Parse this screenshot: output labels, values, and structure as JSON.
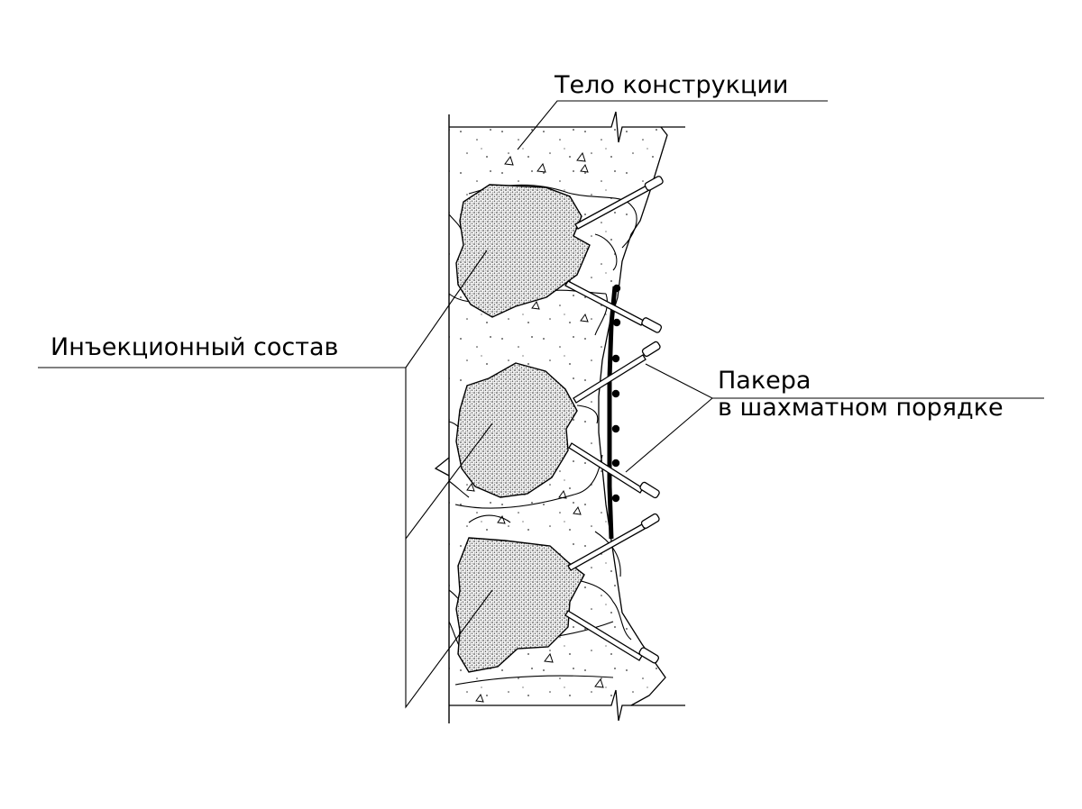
{
  "labels": {
    "structure_body": "Тело конструкции",
    "injection_compound": "Инъекционный состав",
    "packers_line1": "Пакера",
    "packers_line2": "в шахматном порядке"
  }
}
